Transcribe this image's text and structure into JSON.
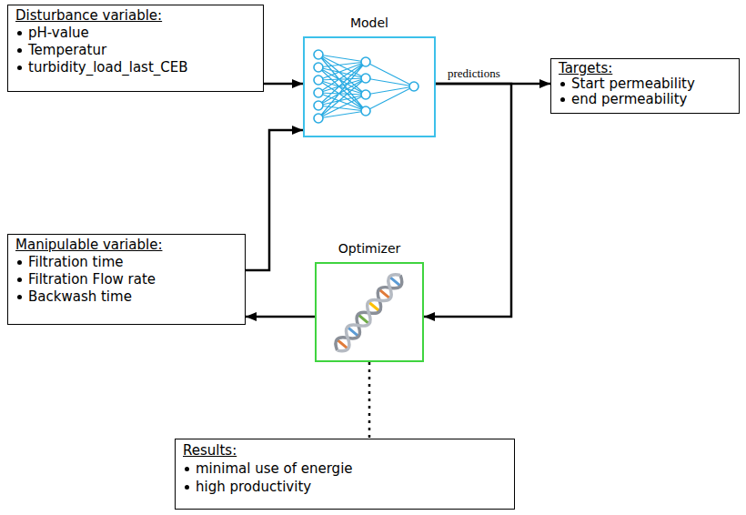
{
  "diagram": {
    "nodes": [
      {
        "text": [
          "Disturbance variable:",
          "pH-value",
          "Temperatur",
          "turbidity_load_last_CEB"
        ]
      },
      {
        "text": [
          "Model"
        ]
      },
      {
        "text": [
          "Targets:",
          "Start permeability",
          "end permeability"
        ]
      },
      {
        "text": [
          "Manipulable variable:",
          "Filtration time",
          "Filtration Flow rate",
          "Backwash time"
        ]
      },
      {
        "text": [
          "Optimizer"
        ]
      },
      {
        "text": [
          "Results:",
          "minimal use of energie",
          "high productivity"
        ]
      }
    ],
    "edges": [
      {
        "from": 0,
        "to": 1,
        "arrow": "to"
      },
      {
        "from": 3,
        "to": 1,
        "arrow": "to"
      },
      {
        "from": 1,
        "to": 2,
        "label": "predictions",
        "arrow": "to"
      },
      {
        "from": 1,
        "to": 4,
        "arrow": "to"
      },
      {
        "from": 4,
        "to": 3,
        "arrow": "to"
      },
      {
        "from": 4,
        "to": 5,
        "arrow": "none"
      }
    ]
  }
}
